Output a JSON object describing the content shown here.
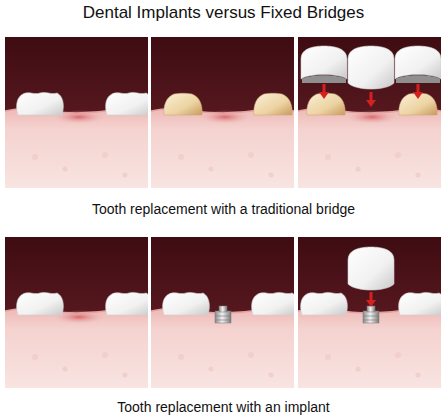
{
  "diagram": {
    "title": "Dental Implants versus Fixed Bridges",
    "labels": [
      "Tooth replacement with a traditional bridge",
      "Tooth replacement with an implant"
    ]
  }
}
